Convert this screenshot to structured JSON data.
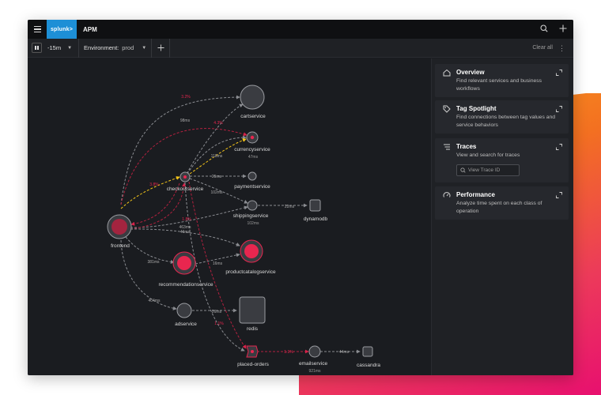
{
  "app": {
    "logo_text": "splunk>",
    "title": "APM"
  },
  "topbar": {
    "search_icon": "search-icon",
    "add_icon": "plus-icon"
  },
  "filters": {
    "time_range": "-15m",
    "environment_label": "Environment:",
    "environment_value": "prod",
    "clear_all": "Clear all"
  },
  "colors": {
    "accent_red": "#e8264f",
    "highlight_yellow": "#f5c518",
    "node_gray": "#3a3c41",
    "gradient_orange": "#f37021",
    "gradient_pink": "#e8106f"
  },
  "services": [
    {
      "id": "cartservice",
      "label": "cartservice"
    },
    {
      "id": "currencyservice",
      "label": "currencyservice",
      "sublabel": "47ms"
    },
    {
      "id": "checkoutservice",
      "label": "checkoutservice"
    },
    {
      "id": "paymentservice",
      "label": "paymentservice"
    },
    {
      "id": "shippingservice",
      "label": "shippingservice",
      "sublabel": "102ms"
    },
    {
      "id": "dynamodb",
      "label": "dynamodb"
    },
    {
      "id": "frontend",
      "label": "frontend"
    },
    {
      "id": "recommendationservice",
      "label": "recommendationservice"
    },
    {
      "id": "productcatalogservice",
      "label": "productcatalogservice"
    },
    {
      "id": "adservice",
      "label": "adservice"
    },
    {
      "id": "redis",
      "label": "redis"
    },
    {
      "id": "placed-orders",
      "label": "placed-orders"
    },
    {
      "id": "emailservice",
      "label": "emailservice",
      "sublabel": "921ms"
    },
    {
      "id": "cassandra",
      "label": "cassandra"
    }
  ],
  "edge_labels": [
    {
      "text": "3.2%",
      "error": true
    },
    {
      "text": "98ms",
      "error": false
    },
    {
      "text": "4.3%",
      "error": true
    },
    {
      "text": "118ms",
      "error": false
    },
    {
      "text": "3.8%",
      "error": true
    },
    {
      "text": "25ms",
      "error": false
    },
    {
      "text": "102ms",
      "error": false
    },
    {
      "text": "22ms",
      "error": false
    },
    {
      "text": "1.8%",
      "error": true
    },
    {
      "text": "463ms",
      "error": false
    },
    {
      "text": "46ms",
      "error": false
    },
    {
      "text": "381ms",
      "error": false
    },
    {
      "text": "16ms",
      "error": false
    },
    {
      "text": "404ms",
      "error": false
    },
    {
      "text": "26ms",
      "error": false
    },
    {
      "text": "1.1%",
      "error": true
    },
    {
      "text": "1.1%",
      "error": true
    },
    {
      "text": "44ms",
      "error": false
    }
  ],
  "panel": {
    "cards": [
      {
        "title": "Overview",
        "desc": "Find relevant services and business workflows",
        "icon": "home-icon"
      },
      {
        "title": "Tag Spotlight",
        "desc": "Find connections between tag values and service behaviors",
        "icon": "tag-icon"
      },
      {
        "title": "Traces",
        "desc": "View and search for traces",
        "icon": "list-icon",
        "input_placeholder": "View Trace ID"
      },
      {
        "title": "Performance",
        "desc": "Analyze time spent on each class of operation",
        "icon": "gauge-icon"
      }
    ]
  }
}
